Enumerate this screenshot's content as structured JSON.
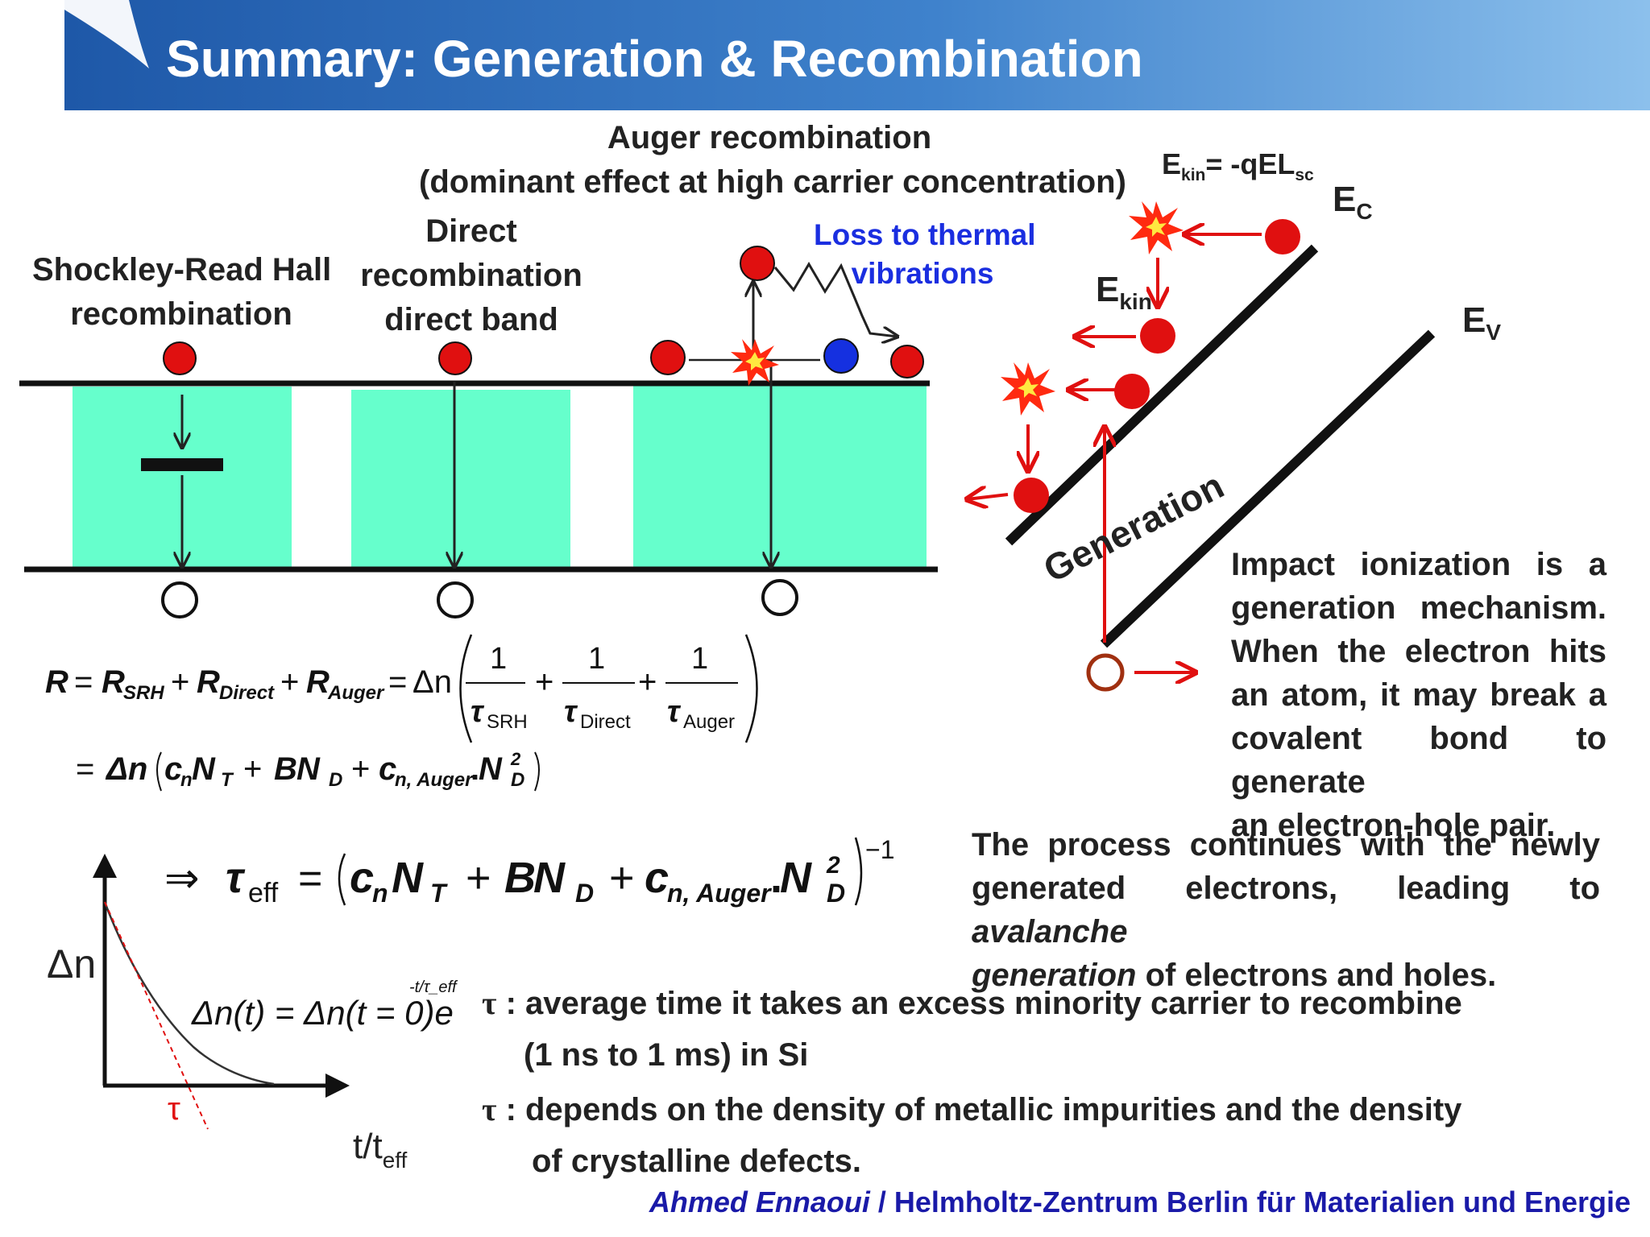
{
  "slide": {
    "title": "Summary: Generation & Recombination",
    "accent_color": "#2a64b0",
    "well_color": "#66ffcc",
    "electron_color": "#e01010",
    "hole_color": "#1530e0"
  },
  "mechanisms": {
    "srh": [
      "Shockley-Read Hall",
      "recombination"
    ],
    "direct": [
      "Direct",
      "recombination",
      "direct band"
    ],
    "auger": [
      "Auger recombination",
      "(dominant effect at high carrier concentration)"
    ],
    "loss": [
      "Loss to thermal",
      "vibrations"
    ]
  },
  "impact": {
    "ekin_formula": {
      "E": "E",
      "kin": "kin",
      "eq": "= -qEL",
      "sc": "sc"
    },
    "ec": {
      "E": "E",
      "sub": "C"
    },
    "ev": {
      "E": "E",
      "sub": "V"
    },
    "ekin_label": {
      "E": "E",
      "sub": "kin"
    },
    "generation_label": "Generation",
    "paragraph1_lines": [
      "Impact ionization is a",
      "generation mechanism.",
      "When the electron hits an",
      "atom, it may break a",
      "covalent bond to generate",
      "an electron-hole pair."
    ],
    "paragraph2": {
      "line1": "The process continues with the newly",
      "line2_prefix": "generated electrons, leading to ",
      "line2_italic": "avalanche",
      "line3_italic": "generation",
      "line3_rest": " of electrons and holes."
    }
  },
  "equations": {
    "R": "R",
    "eq": "=",
    "plus": "+",
    "sub_srh": "SRH",
    "sub_direct": "Direct",
    "sub_auger": "Auger",
    "delta_n": "Δn",
    "one": "1",
    "tau": "τ",
    "line2": {
      "c": "c",
      "n": "n",
      "N": "N",
      "T": "T",
      "B": "B",
      "D": "D",
      "n_auger": "n, Auger",
      "dot": ".",
      "two": "2"
    },
    "implies": "⇒",
    "eff": "eff",
    "minus_one": "−1"
  },
  "decay_plot": {
    "ylabel": "Δn",
    "xlabel_main": "t/t",
    "xlabel_sub": "eff",
    "tau_mark": "τ",
    "formula": "Δn(t) = Δn(t = 0)e",
    "exponent": "-t/τ_eff"
  },
  "tau_notes": {
    "symbol": "τ",
    "line1": ": average time it takes an excess minority carrier to recombine",
    "line2": "(1 ns to 1 ms) in Si",
    "line3": ": depends on the density of metallic impurities and the density",
    "line4": "of crystalline defects."
  },
  "footer": {
    "author": "Ahmed Ennaoui",
    "institution": " / Helmholtz-Zentrum Berlin für Materialien und Energie"
  }
}
